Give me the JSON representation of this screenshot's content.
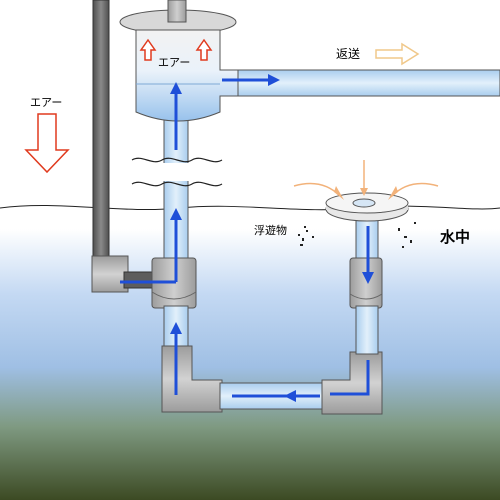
{
  "labels": {
    "air_top": "エアー",
    "air_left": "エアー",
    "return": "返送",
    "floating": "浮遊物",
    "underwater": "水中"
  },
  "colors": {
    "pipe_fill": "#bcd8f0",
    "water_fill": "#9cc6ee",
    "flow_arrow": "#1f4fd8",
    "fitting_gray": "#b8b8b8",
    "air_pipe": "#6e6e6e",
    "air_arrow_red": "#e03a1e",
    "return_arrow": "#f0c88a",
    "inflow_arrow": "#f2b27a",
    "water_top": "#ffffff",
    "water_mid": "#a8c8ee",
    "water_bottom": "#3f4f2a"
  }
}
